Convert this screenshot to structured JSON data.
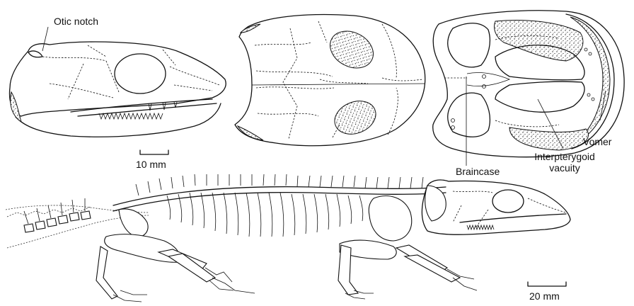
{
  "labels": {
    "otic_notch": "Otic notch",
    "braincase": "Braincase",
    "interpterygoid_line1": "Interpterygoid",
    "interpterygoid_line2": "vacuity",
    "vomer": "Vomer"
  },
  "scale_bars": {
    "skull": "10 mm",
    "skeleton": "20 mm"
  }
}
